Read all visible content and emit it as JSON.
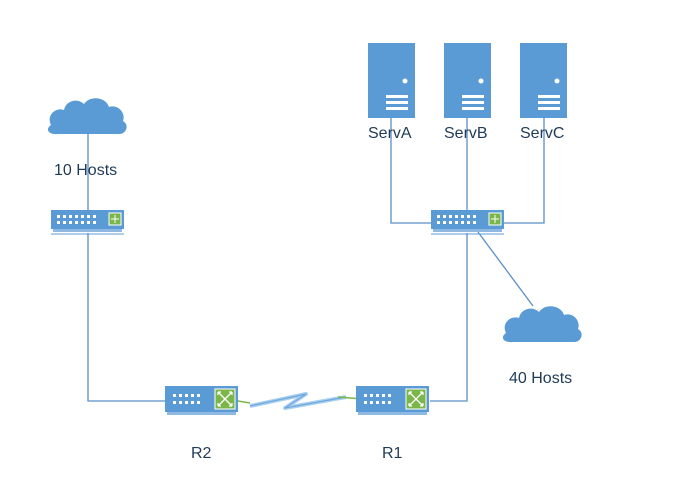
{
  "labels": {
    "hosts_left": "10 Hosts",
    "hosts_right": "40 Hosts",
    "serv_a": "ServA",
    "serv_b": "ServB",
    "serv_c": "ServC",
    "router_left": "R2",
    "router_right": "R1"
  },
  "colors": {
    "device": "#5b9bd5",
    "link": "#5b8fc7",
    "serial_link": "#7ab648",
    "label_text": "#1f3b57"
  },
  "icons": {
    "cloud": "cloud-icon",
    "switch": "switch-icon",
    "router": "router-icon",
    "server": "server-icon",
    "serial": "lightning-link-icon"
  }
}
